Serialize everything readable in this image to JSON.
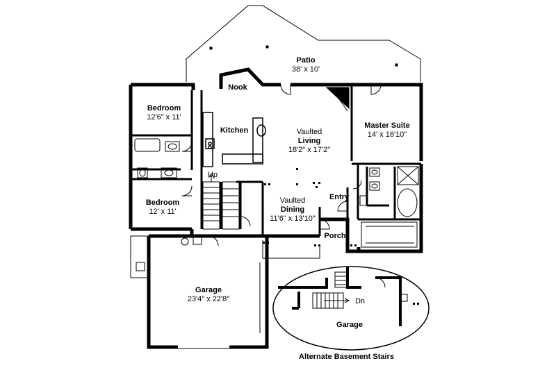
{
  "rooms": {
    "patio": {
      "name": "Patio",
      "dims": "38' x 10'"
    },
    "nook": {
      "name": "Nook"
    },
    "bedroom1": {
      "name": "Bedroom",
      "dims": "12'6\" x 11'"
    },
    "kitchen": {
      "name": "Kitchen"
    },
    "living": {
      "prefix": "Vaulted",
      "name": "Living",
      "dims": "18'2\" x 17'2\""
    },
    "master": {
      "name": "Master Suite",
      "dims": "14' x 16'10\""
    },
    "bedroom2": {
      "name": "Bedroom",
      "dims": "12' x 11'"
    },
    "dining": {
      "prefix": "Vaulted",
      "name": "Dining",
      "dims": "11'6\" x 13'10\""
    },
    "entry": {
      "name": "Entry"
    },
    "porch": {
      "name": "Porch"
    },
    "garage": {
      "name": "Garage",
      "dims": "23'4\" x 22'8\""
    }
  },
  "stairs": {
    "up_label": "Up",
    "down_label": "Dn"
  },
  "inset": {
    "garage_label": "Garage",
    "caption": "Alternate Basement Stairs"
  }
}
